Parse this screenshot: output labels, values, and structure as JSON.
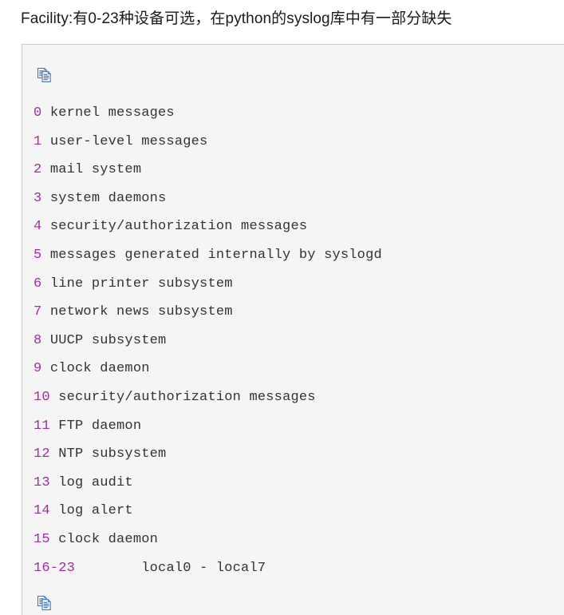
{
  "heading": {
    "text": "Facility:有0-23种设备可选，在python的syslog库中有一部分缺失"
  },
  "code_block": {
    "copy_icon_top": "copy-icon",
    "copy_icon_bottom": "copy-icon",
    "language": "plaintext",
    "colors": {
      "background": "#f5f5f5",
      "border": "#cccccc",
      "number": "#9b30a0",
      "text": "#333333",
      "heading": "#1a1a1a"
    },
    "lines": [
      {
        "num": "0",
        "gap": " ",
        "text": "kernel messages"
      },
      {
        "num": "1",
        "gap": " ",
        "text": "user-level messages"
      },
      {
        "num": "2",
        "gap": " ",
        "text": "mail system"
      },
      {
        "num": "3",
        "gap": " ",
        "text": "system daemons"
      },
      {
        "num": "4",
        "gap": " ",
        "text": "security/authorization messages"
      },
      {
        "num": "5",
        "gap": " ",
        "text": "messages generated internally by syslogd"
      },
      {
        "num": "6",
        "gap": " ",
        "text": "line printer subsystem"
      },
      {
        "num": "7",
        "gap": " ",
        "text": "network news subsystem"
      },
      {
        "num": "8",
        "gap": " ",
        "text": "UUCP subsystem"
      },
      {
        "num": "9",
        "gap": " ",
        "text": "clock daemon"
      },
      {
        "num": "10",
        "gap": " ",
        "text": "security/authorization messages"
      },
      {
        "num": "11",
        "gap": " ",
        "text": "FTP daemon"
      },
      {
        "num": "12",
        "gap": " ",
        "text": "NTP subsystem"
      },
      {
        "num": "13",
        "gap": " ",
        "text": "log audit"
      },
      {
        "num": "14",
        "gap": " ",
        "text": "log alert"
      },
      {
        "num": "15",
        "gap": " ",
        "text": "clock daemon"
      },
      {
        "num": "16-23",
        "gap": "        ",
        "text": "local0 - local7"
      }
    ]
  }
}
